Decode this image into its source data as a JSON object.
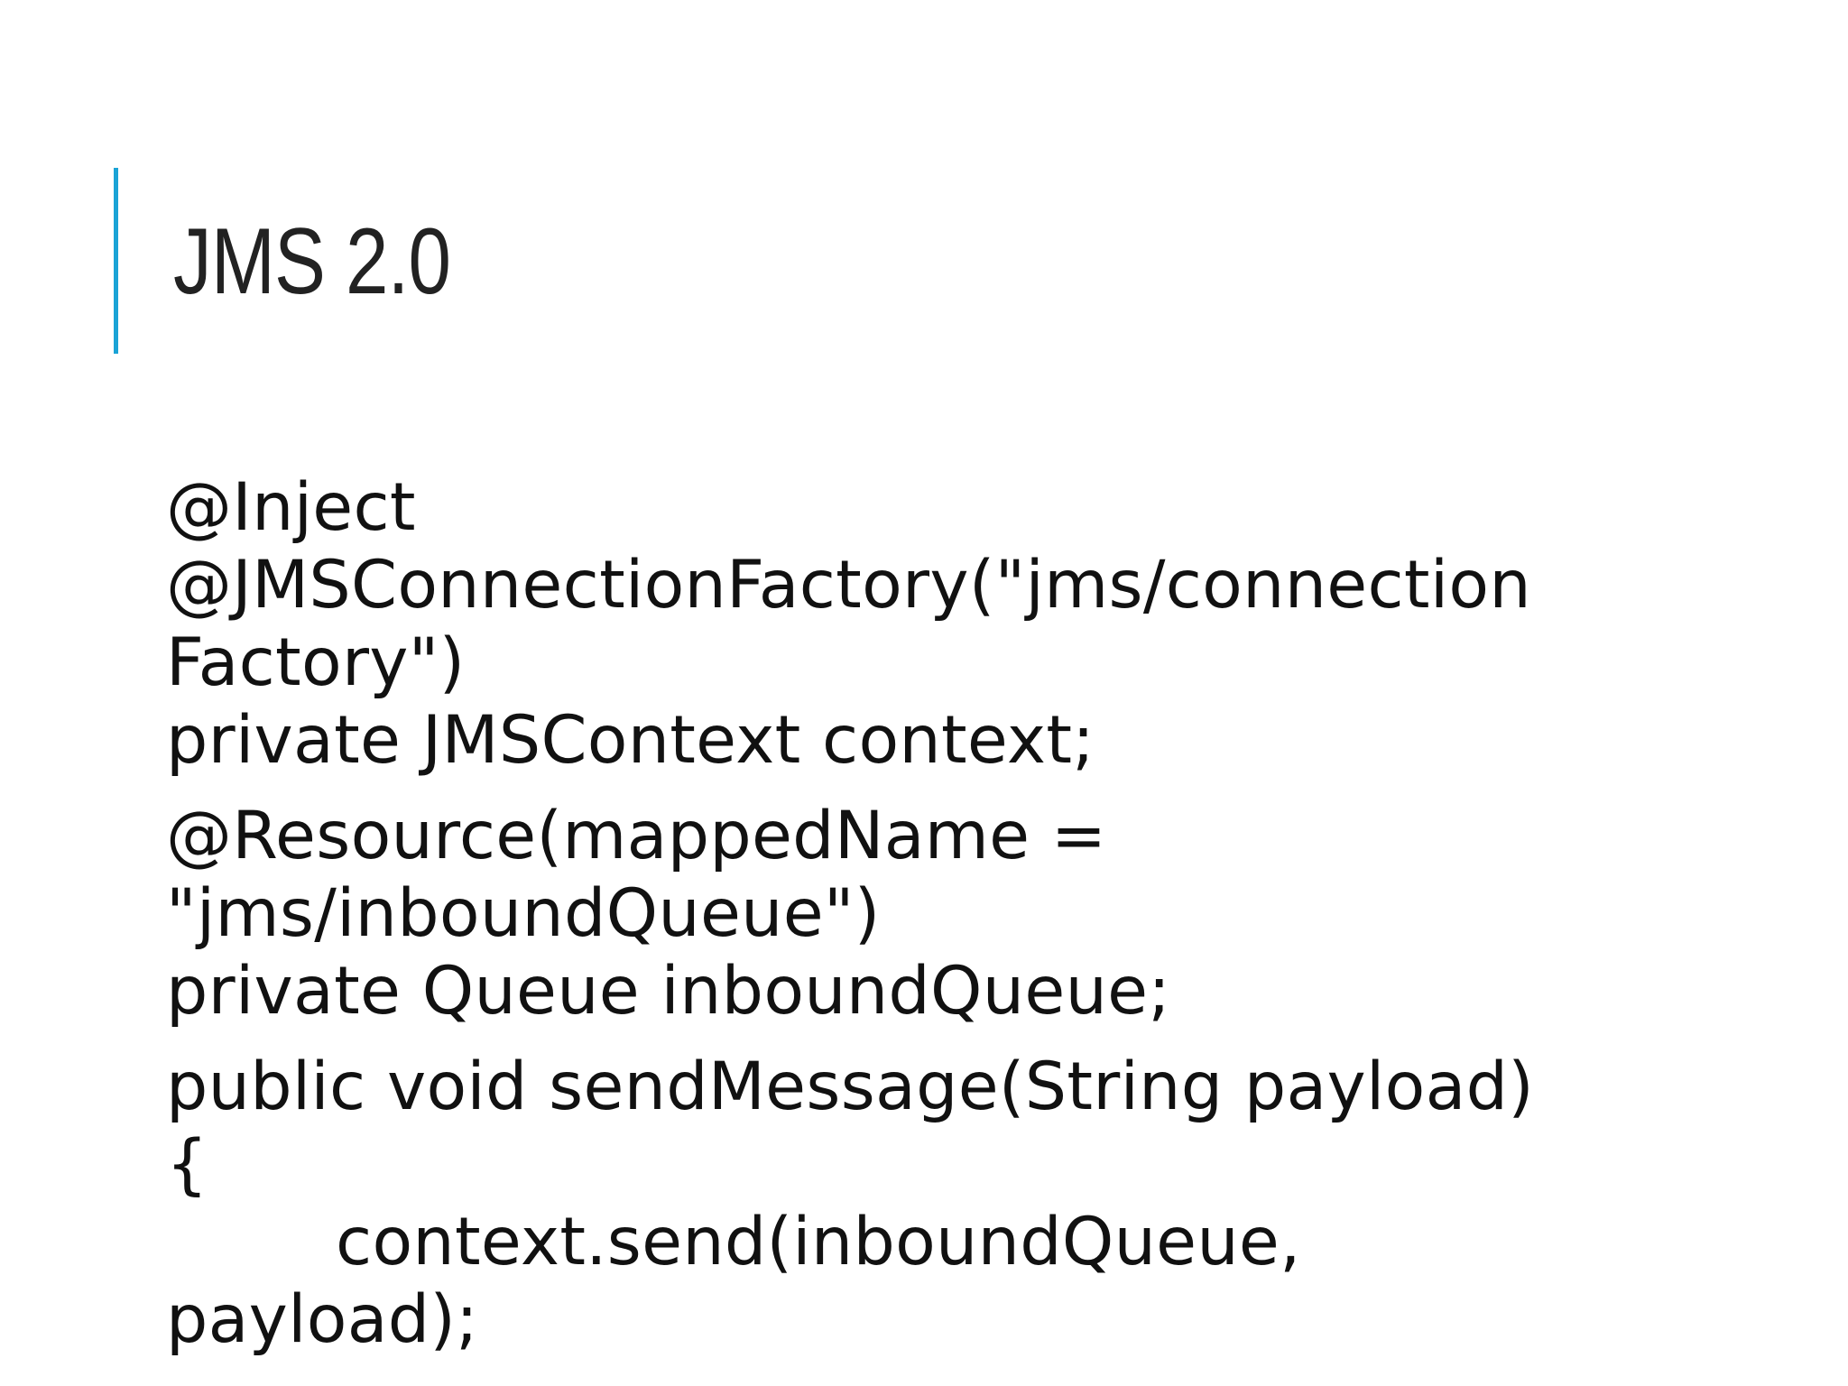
{
  "slide": {
    "title": "JMS 2.0",
    "accent_color": "#1aa3d6",
    "code_blocks": [
      {
        "lines": [
          "@Inject",
          "@JMSConnectionFactory(\"jms/connection",
          "Factory\")",
          "private JMSContext context;"
        ]
      },
      {
        "lines": [
          "@Resource(mappedName =",
          "\"jms/inboundQueue\")",
          "private Queue inboundQueue;"
        ]
      },
      {
        "lines": [
          "public void sendMessage(String payload)",
          "{",
          "        context.send(inboundQueue,",
          "payload);"
        ]
      }
    ]
  }
}
